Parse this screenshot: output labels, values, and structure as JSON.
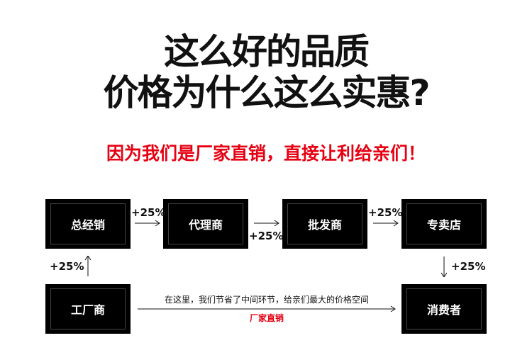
{
  "headline": {
    "line1": "这么好的品质",
    "line2": "价格为什么这么实惠?"
  },
  "tagline": "因为我们是厂家直销，直接让利给亲们！",
  "nodes": {
    "general_distributor": "总经销",
    "agent": "代理商",
    "wholesaler": "批发商",
    "store": "专卖店",
    "factory": "工厂商",
    "consumer": "消费者"
  },
  "markups": {
    "gd_to_agent": "+25%",
    "agent_to_wholesaler": "+25%",
    "wholesaler_to_store": "+25%",
    "factory_to_gd": "+25%",
    "store_to_consumer": "+25%"
  },
  "direct_path": {
    "note": "在这里，我们节省了中间环节，给亲们最大的价格空间",
    "label": "厂家直销"
  },
  "colors": {
    "accent": "#e60012",
    "node_bg": "#000000",
    "text": "#111111"
  }
}
